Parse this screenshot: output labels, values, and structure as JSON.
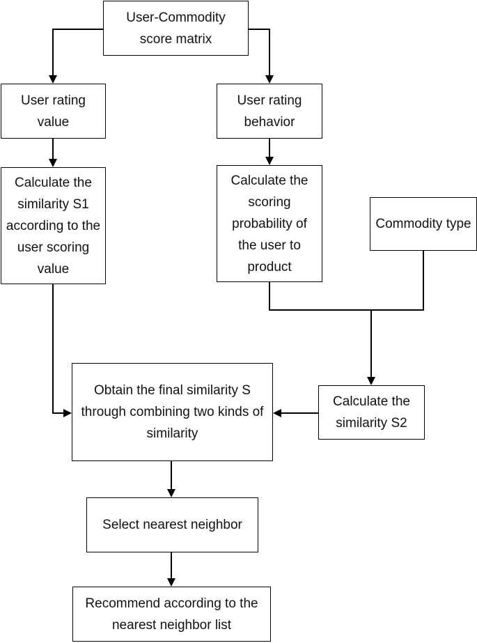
{
  "nodes": {
    "matrix": "User-Commodity\nscore matrix",
    "rating_value": "User rating\nvalue",
    "rating_behavior": "User rating\nbehavior",
    "calc_s1": "Calculate the\nsimilarity S1\naccording to the\nuser scoring\nvalue",
    "calc_prob": "Calculate the\nscoring\nprobability of\nthe user to\nproduct",
    "commodity_type": "Commodity type",
    "calc_s2": "Calculate the\nsimilarity S2",
    "final_similarity": "Obtain the final similarity S\nthrough combining two kinds of\nsimilarity",
    "select_neighbor": "Select nearest neighbor",
    "recommend": "Recommend according to the\nnearest neighbor list"
  },
  "edges": [
    {
      "from": "matrix",
      "to": "rating_value"
    },
    {
      "from": "matrix",
      "to": "rating_behavior"
    },
    {
      "from": "rating_value",
      "to": "calc_s1"
    },
    {
      "from": "rating_behavior",
      "to": "calc_prob"
    },
    {
      "from": "calc_prob",
      "to": "calc_s2"
    },
    {
      "from": "commodity_type",
      "to": "calc_s2"
    },
    {
      "from": "calc_s1",
      "to": "final_similarity"
    },
    {
      "from": "calc_s2",
      "to": "final_similarity"
    },
    {
      "from": "final_similarity",
      "to": "select_neighbor"
    },
    {
      "from": "select_neighbor",
      "to": "recommend"
    }
  ]
}
